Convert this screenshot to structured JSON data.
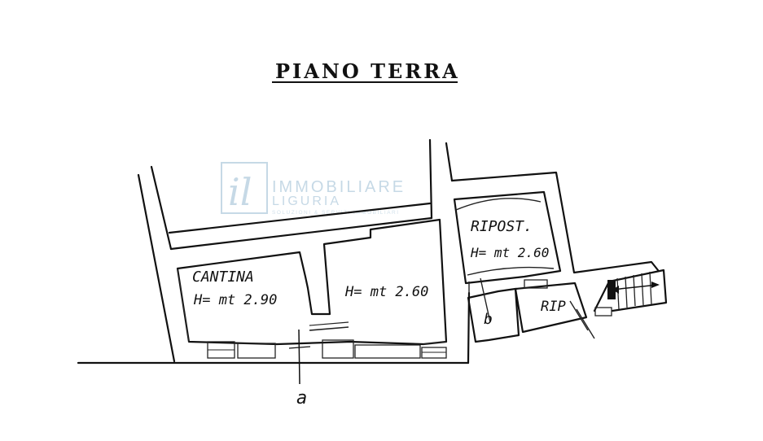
{
  "title": "PIANO TERRA",
  "rooms": {
    "cantina": {
      "name": "CANTINA",
      "height": "H= mt 2.90"
    },
    "room2": {
      "height": "H= mt 2.60"
    },
    "ripostiglio": {
      "name": "RIPOST.",
      "height": "H= mt 2.60"
    },
    "rip": {
      "name": "RIP"
    }
  },
  "section_marks": {
    "a": "a",
    "b": "b"
  },
  "watermark": {
    "line1": "IMMOBILIARE",
    "line2": "LIGURIA",
    "line3": "SOLUZIONI & SERVIZI IMMOBILIARI",
    "color": "#bdd3e2"
  }
}
